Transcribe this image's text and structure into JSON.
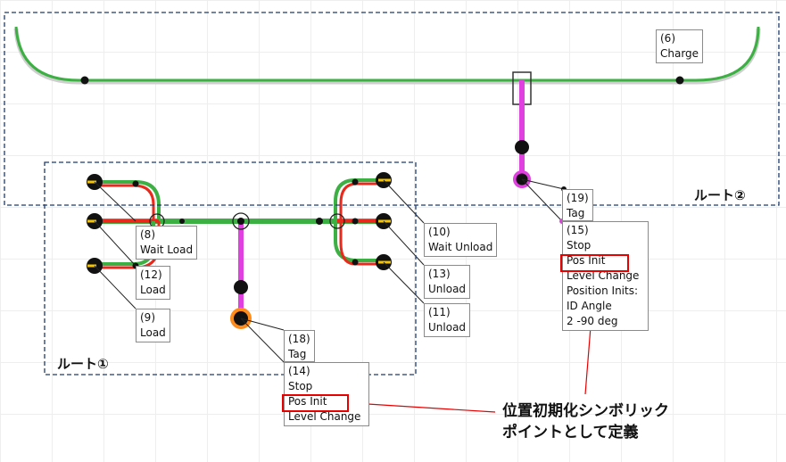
{
  "labels": {
    "n6": [
      "(6)",
      "Charge"
    ],
    "n8": [
      "(8)",
      "Wait Load"
    ],
    "n12": [
      "(12)",
      "Load"
    ],
    "n9": [
      "(9)",
      "Load"
    ],
    "n10": [
      "(10)",
      "Wait Unload"
    ],
    "n13": [
      "(13)",
      "Unload"
    ],
    "n11": [
      "(11)",
      "Unload"
    ],
    "n19": [
      "(19)",
      "Tag"
    ],
    "n15": [
      "(15)",
      "Stop",
      "Pos Init",
      "Level Change",
      "Position Inits:",
      "ID Angle",
      "2  -90 deg"
    ],
    "n18": [
      "(18)",
      "Tag"
    ],
    "n14": [
      "(14)",
      "Stop",
      "Pos Init",
      "Level Change"
    ]
  },
  "routes": {
    "route1": "ルート①",
    "route2": "ルート②"
  },
  "annotation": {
    "line1": "位置初期化シンボリック",
    "line2": "ポイントとして定義"
  },
  "colors": {
    "green_track": "#3cb043",
    "red_track": "#e8291c",
    "magenta_track": "#e040e0",
    "dashed_box": "#1f3b6e",
    "highlight": "#e60000"
  }
}
